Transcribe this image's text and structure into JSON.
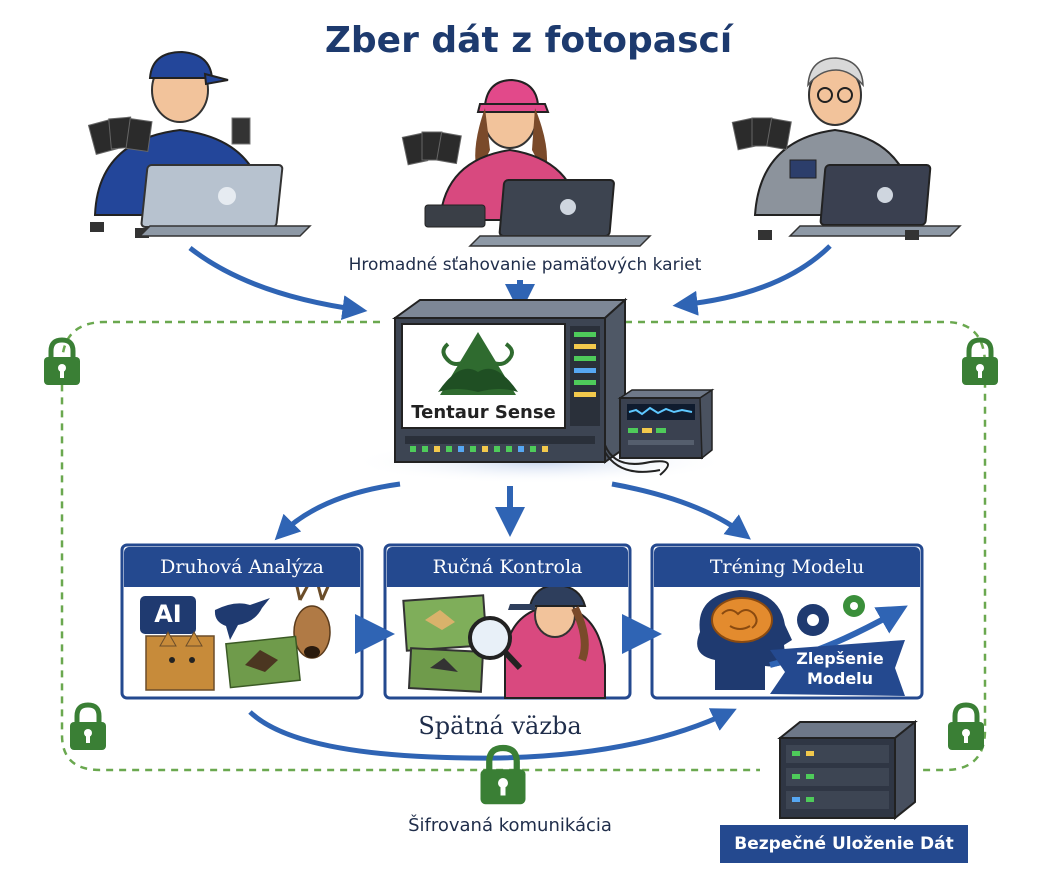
{
  "diagram": {
    "title": "Zber dát z fotopascí",
    "bulk_download_caption": "Hromadné sťahovanie pamäťových kariet",
    "server": {
      "brand_label": "Tentaur Sense"
    },
    "stages": [
      {
        "title": "Druhová Analýza",
        "ai_badge": "AI"
      },
      {
        "title": "Ručná Kontrola"
      },
      {
        "title": "Tréning Modelu",
        "banner": "Zlepšenie\nModelu"
      }
    ],
    "feedback_label": "Spätná väzba",
    "encryption_label": "Šifrovaná komunikácia",
    "storage_label": "Bezpečné Uloženie Dát",
    "colors": {
      "navy": "#1d3a6e",
      "box_blue": "#24498f",
      "arrow_blue": "#2f64b4",
      "lock_green": "#3a7f35",
      "dashed_green": "#6aa84f"
    }
  }
}
